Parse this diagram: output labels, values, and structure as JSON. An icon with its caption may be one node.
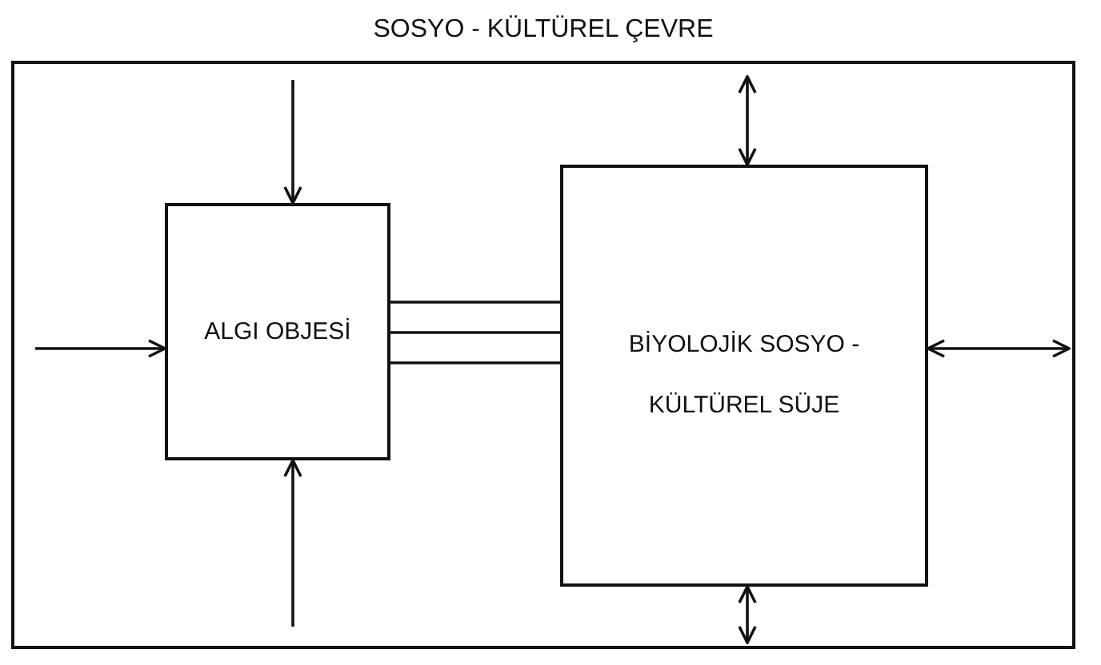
{
  "diagram": {
    "nodes": [
      {
        "text": [
          "SOSYO - KÜLTÜREL ÇEVRE"
        ]
      },
      {
        "text": [
          "ALGI OBJESİ"
        ],
        "in": 0
      },
      {
        "text": [
          "BİYOLOJİK SOSYO - KÜLTÜREL SÜJE"
        ],
        "in": 0
      }
    ],
    "edges": [
      {
        "from": null,
        "to": 1,
        "arrow": "to"
      },
      {
        "from": null,
        "to": 1,
        "arrow": "to"
      },
      {
        "from": null,
        "to": 1,
        "arrow": "to"
      },
      {
        "from": 1,
        "to": 2,
        "arrow": "none"
      },
      {
        "from": 1,
        "to": 2,
        "arrow": "none"
      },
      {
        "from": 1,
        "to": 2,
        "arrow": "none"
      },
      {
        "from": 2,
        "to": null,
        "arrow": "both"
      },
      {
        "from": 2,
        "to": null,
        "arrow": "both"
      },
      {
        "from": 2,
        "to": null,
        "arrow": "both"
      }
    ]
  }
}
